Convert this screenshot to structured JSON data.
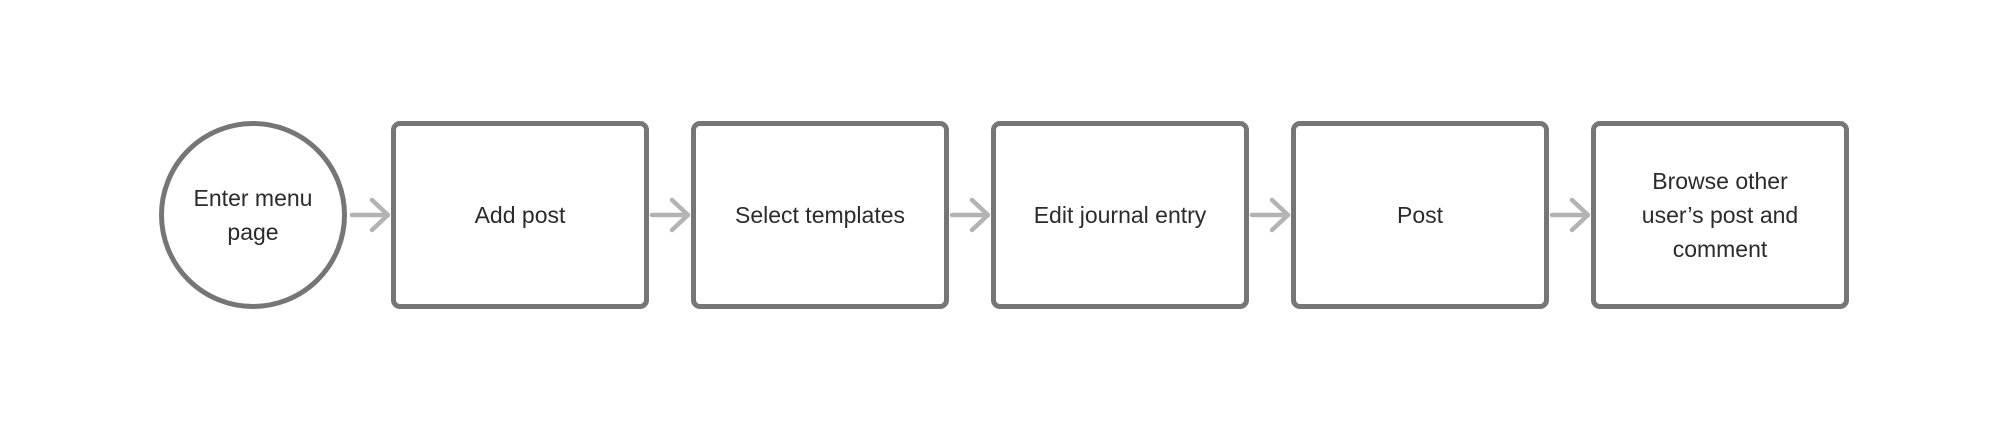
{
  "flow": {
    "start": {
      "shape": "circle",
      "label": "Enter menu\npage"
    },
    "steps": [
      {
        "shape": "rect",
        "label": "Add post"
      },
      {
        "shape": "rect",
        "label": "Select templates"
      },
      {
        "shape": "rect",
        "label": "Edit journal entry"
      },
      {
        "shape": "rect",
        "label": "Post"
      },
      {
        "shape": "rect",
        "label": "Browse other\nuser’s post and\ncomment"
      }
    ],
    "connector": "arrow-right-icon"
  },
  "colors": {
    "node_border": "#767676",
    "arrow": "#b3b3b3",
    "text": "#2b2b2b",
    "background": "#ffffff"
  }
}
